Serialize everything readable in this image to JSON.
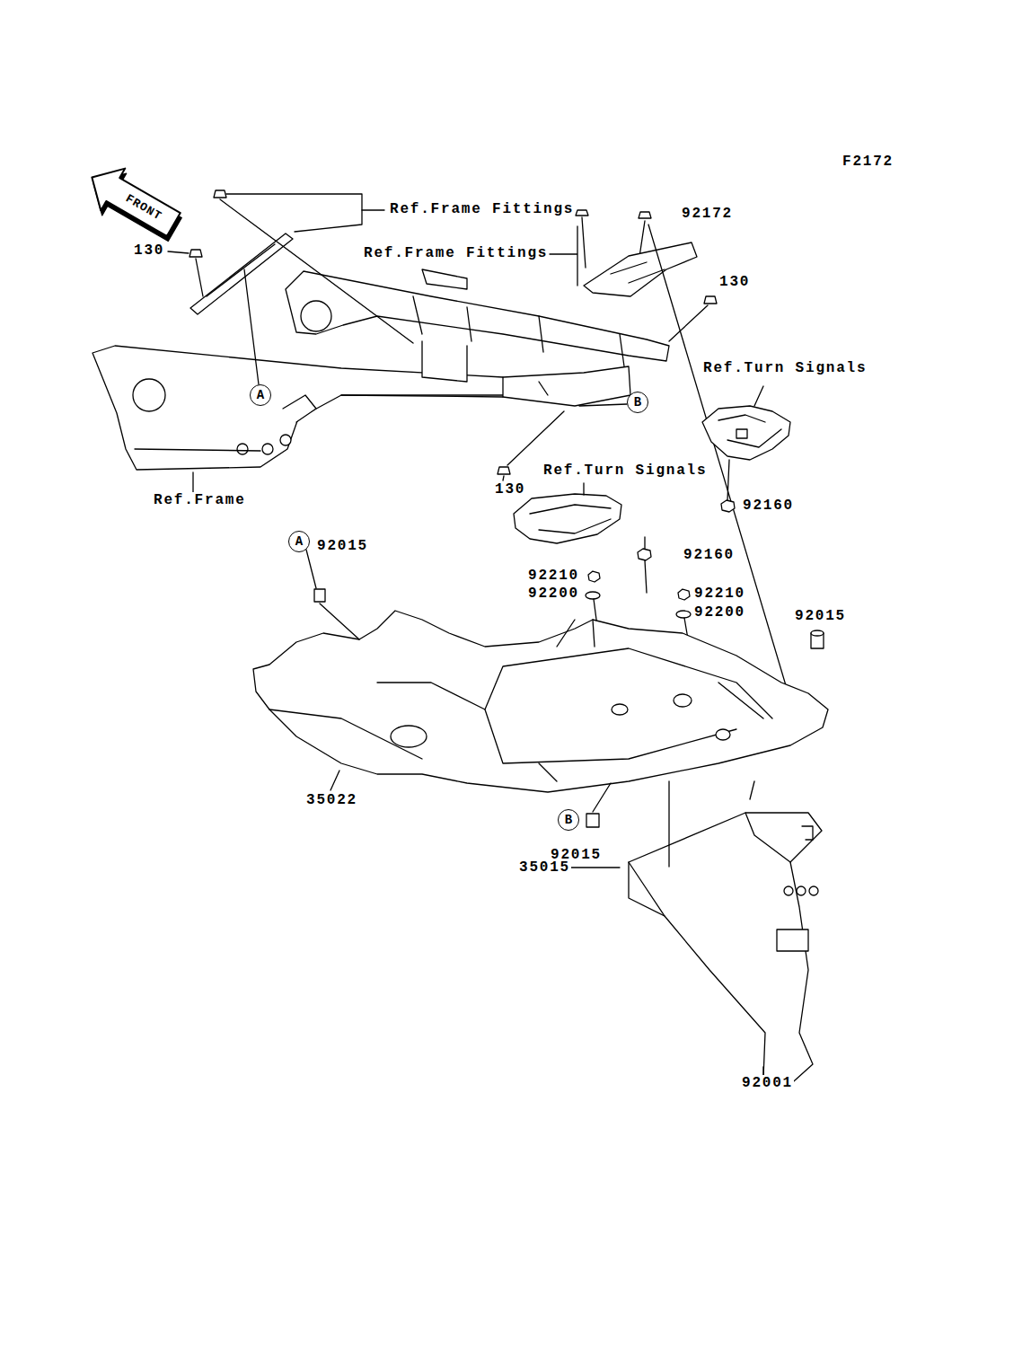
{
  "diagram": {
    "nodes": [
      {
        "text": [
          "A"
        ]
      },
      {
        "text": [
          "B"
        ]
      },
      {
        "text": [
          "A"
        ]
      },
      {
        "text": [
          "B"
        ]
      }
    ],
    "labels": [
      "F2172",
      "FRONT",
      "Ref.Frame Fittings",
      "92172",
      "130",
      "Ref.Frame Fittings",
      "130",
      "Ref.Turn Signals",
      "Ref.Turn Signals",
      "130",
      "Ref.Frame",
      "92160",
      "92015",
      "92160",
      "92210",
      "92200",
      "92210",
      "92200",
      "92015",
      "35022",
      "92015",
      "35015",
      "92001"
    ]
  }
}
